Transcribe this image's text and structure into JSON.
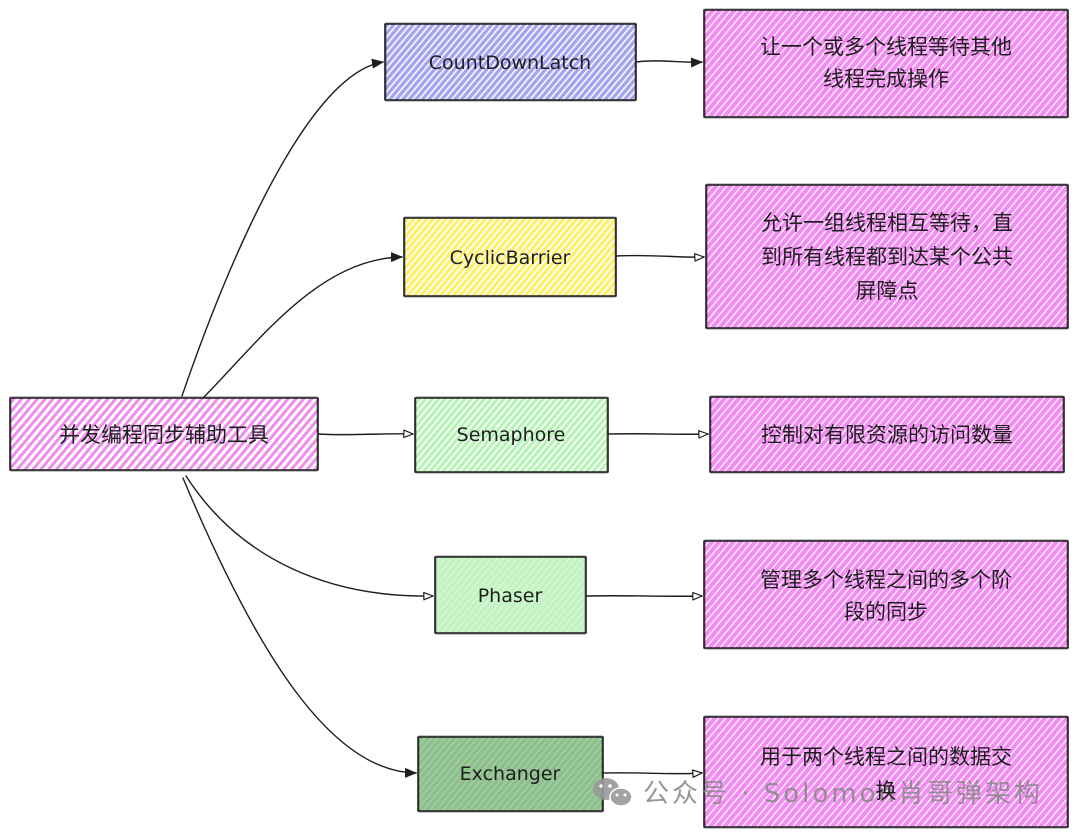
{
  "diagram": {
    "root": {
      "label": "并发编程同步辅助工具"
    },
    "tools": [
      {
        "name": "CountDownLatch",
        "description": [
          "让一个或多个线程等待其他",
          "线程完成操作"
        ]
      },
      {
        "name": "CyclicBarrier",
        "description": [
          "允许一组线程相互等待，直",
          "到所有线程都到达某个公共",
          "屏障点"
        ]
      },
      {
        "name": "Semaphore",
        "description": [
          "控制对有限资源的访问数量"
        ]
      },
      {
        "name": "Phaser",
        "description": [
          "管理多个线程之间的多个阶",
          "段的同步"
        ]
      },
      {
        "name": "Exchanger",
        "description": [
          "用于两个线程之间的数据交",
          "换"
        ]
      }
    ]
  },
  "watermark": {
    "icon": "wechat-icon",
    "text": "公众号 · Solomon肖哥弹架构"
  },
  "colors": {
    "root_fill": "#f08cf0",
    "countdownlatch_fill": "#a3a3f2",
    "cyclicbarrier_fill": "#fff06a",
    "semaphore_fill": "#b4f4b4",
    "phaser_fill": "#c2f4c2",
    "exchanger_fill": "#8cbf8c",
    "description_fill": "#f48af4",
    "stroke": "#1e1e1e",
    "watermark": "#8a8a8a"
  }
}
